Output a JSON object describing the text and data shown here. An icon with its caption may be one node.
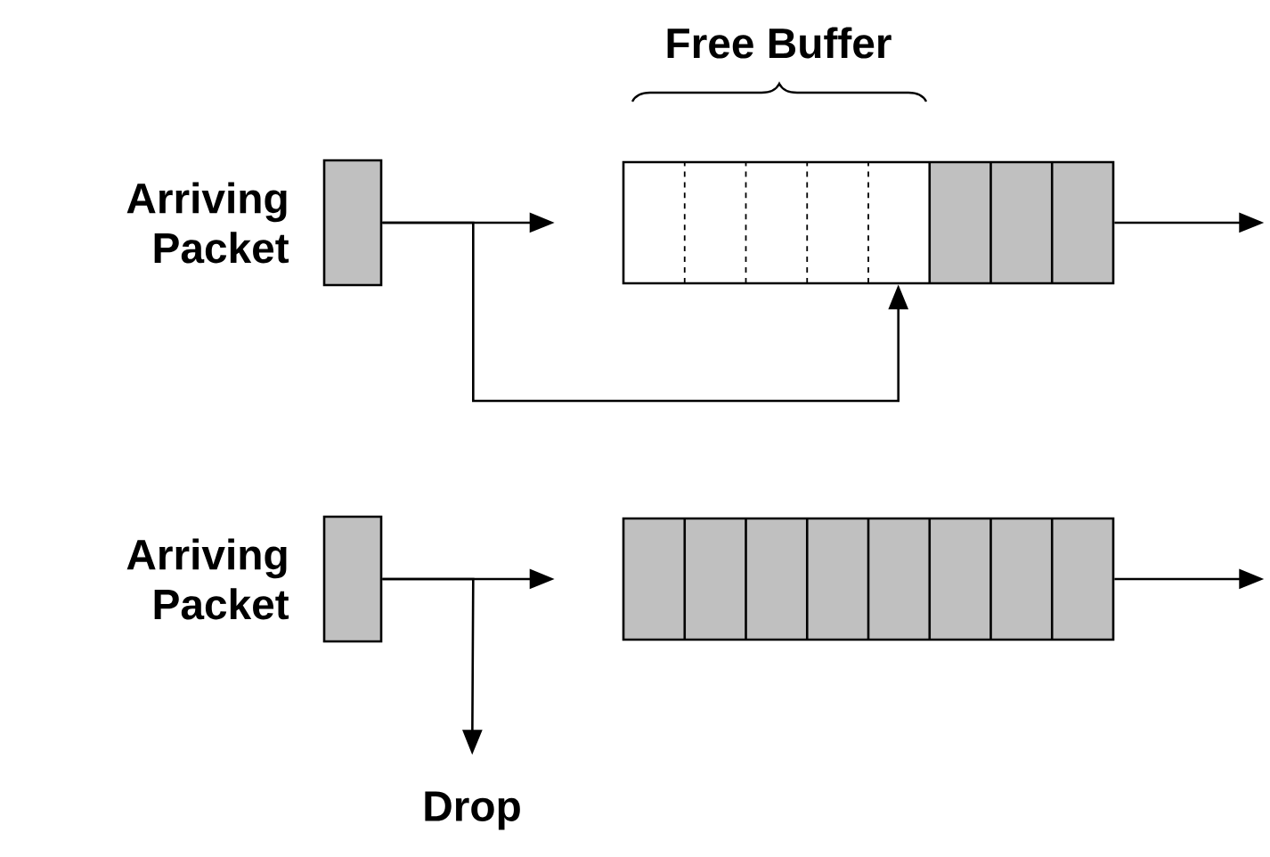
{
  "diagram": {
    "nodes": [
      {
        "text": [],
        "shape": "box",
        "beside": [
          "Arriving Packet"
        ]
      },
      {
        "text": [],
        "shape": "box"
      },
      {
        "text": [],
        "shape": "box",
        "beside": [
          "Arriving Packet"
        ]
      },
      {
        "text": [],
        "shape": "box"
      },
      {
        "text": [
          "Drop"
        ]
      }
    ],
    "edges": [
      {
        "from": 0,
        "to": 1,
        "arrow": "to"
      },
      {
        "from": 0,
        "to": 1,
        "arrow": "to"
      },
      {
        "from": 1,
        "to": null,
        "arrow": "to"
      },
      {
        "from": 2,
        "to": 3,
        "arrow": "to"
      },
      {
        "from": 2,
        "to": 4,
        "arrow": "to"
      },
      {
        "from": 3,
        "to": null,
        "arrow": "to"
      }
    ],
    "labels": [
      "Free Buffer"
    ]
  }
}
